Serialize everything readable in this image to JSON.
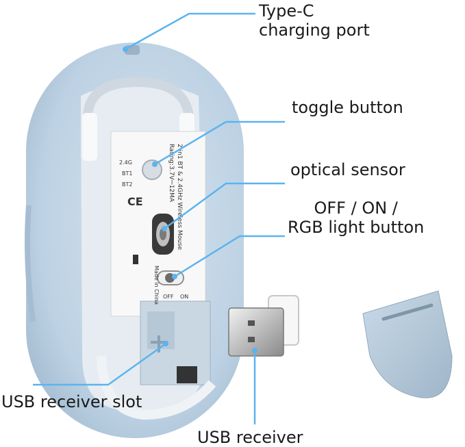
{
  "labels": {
    "type_c_line1": "Type-C",
    "type_c_line2": "charging port",
    "toggle": "toggle button",
    "optical": "optical sensor",
    "offon_line1": "OFF / ON /",
    "offon_line2": "RGB light button",
    "slot": "USB receiver slot",
    "receiver": "USB receiver"
  },
  "sticker": {
    "mode_24g": "2.4G",
    "mode_bt1": "BT1",
    "mode_bt2": "BT2",
    "product": "2 in1 BT & 2.4GHz Wireless Mouse",
    "rating": "Rating:3.7V⎓12MA",
    "made_in": "Made in China",
    "off": "OFF",
    "on": "ON",
    "ce": "CE"
  },
  "colors": {
    "mouse_shell": "#bcd1e3",
    "callout_line": "#5ab4ee"
  }
}
